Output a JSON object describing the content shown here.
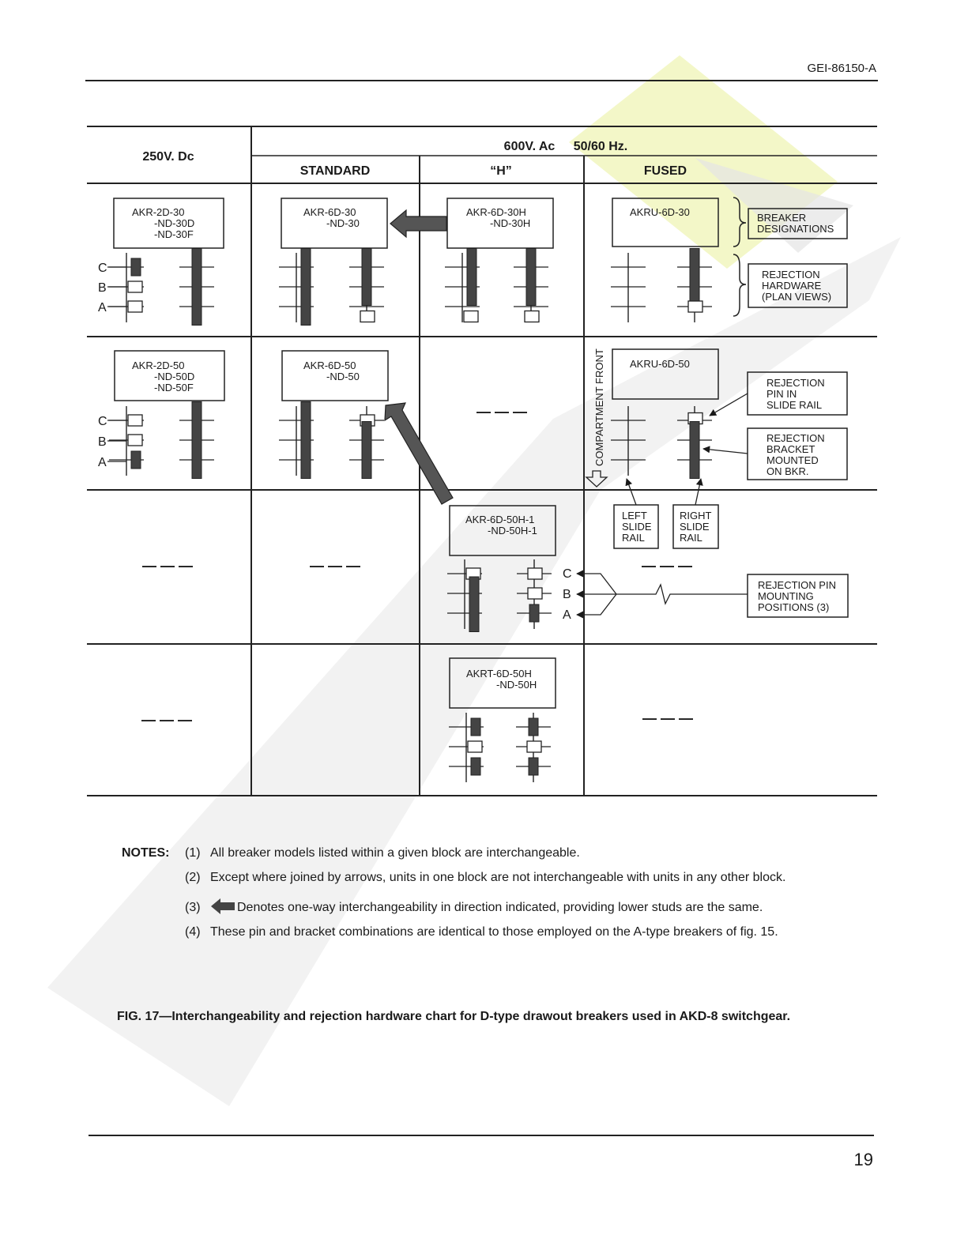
{
  "header": {
    "doc_code": "GEI-86150-A"
  },
  "table": {
    "col_dc": "250V. Dc",
    "col_ac": "600V. Ac",
    "col_ac_freq": "50/60 Hz.",
    "col_standard": "STANDARD",
    "col_h": "“H”",
    "col_fused": "FUSED",
    "dash": "— — —",
    "pin_c": "C",
    "pin_b": "B",
    "pin_a": "A",
    "compartment_front": "COMPARTMENT FRONT",
    "row1": {
      "dc": [
        "AKR-2D-30",
        "-ND-30D",
        "-ND-30F"
      ],
      "std": [
        "AKR-6D-30",
        "-ND-30"
      ],
      "h": [
        "AKR-6D-30H",
        "-ND-30H"
      ],
      "fused": [
        "AKRU-6D-30"
      ]
    },
    "row2": {
      "dc": [
        "AKR-2D-50",
        "-ND-50D",
        "-ND-50F"
      ],
      "std": [
        "AKR-6D-50",
        "-ND-50"
      ],
      "fused": [
        "AKRU-6D-50"
      ]
    },
    "row3": {
      "h": [
        "AKR-6D-50H-1",
        "-ND-50H-1"
      ]
    },
    "row4": {
      "h": [
        "AKRT-6D-50H",
        "-ND-50H"
      ]
    }
  },
  "callouts": {
    "breaker_designations": [
      "BREAKER",
      "DESIGNATIONS"
    ],
    "rejection_hardware": [
      "REJECTION",
      "HARDWARE",
      "(PLAN VIEWS)"
    ],
    "rejection_pin": [
      "REJECTION",
      "PIN IN",
      "SLIDE RAIL"
    ],
    "rejection_bracket": [
      "REJECTION",
      "BRACKET",
      "MOUNTED",
      "ON BKR."
    ],
    "left_slide_rail": [
      "LEFT",
      "SLIDE",
      "RAIL"
    ],
    "right_slide_rail": [
      "RIGHT",
      "SLIDE",
      "RAIL"
    ],
    "pin_positions": [
      "REJECTION PIN",
      "MOUNTING",
      "POSITIONS (3)"
    ]
  },
  "notes": {
    "heading": "NOTES:",
    "items": [
      {
        "num": "(1)",
        "text": "All breaker models listed within a given block are interchangeable."
      },
      {
        "num": "(2)",
        "text": "Except where joined by arrows, units in one block are not interchangeable with units in any other block."
      },
      {
        "num": "(3)",
        "text": "Denotes one-way interchangeability in direction indicated, providing lower studs are the same."
      },
      {
        "num": "(4)",
        "text": "These pin and bracket combinations are identical to those employed on the A-type breakers of fig. 15."
      }
    ]
  },
  "caption": "FIG. 17—Interchangeability and rejection hardware chart for D-type drawout breakers used in  AKD-8  switchgear.",
  "page_number": "19",
  "colors": {
    "ink": "#1a1a1a",
    "watermark_gray": "#d8d8d8",
    "watermark_yellow": "#f3f7c8"
  }
}
